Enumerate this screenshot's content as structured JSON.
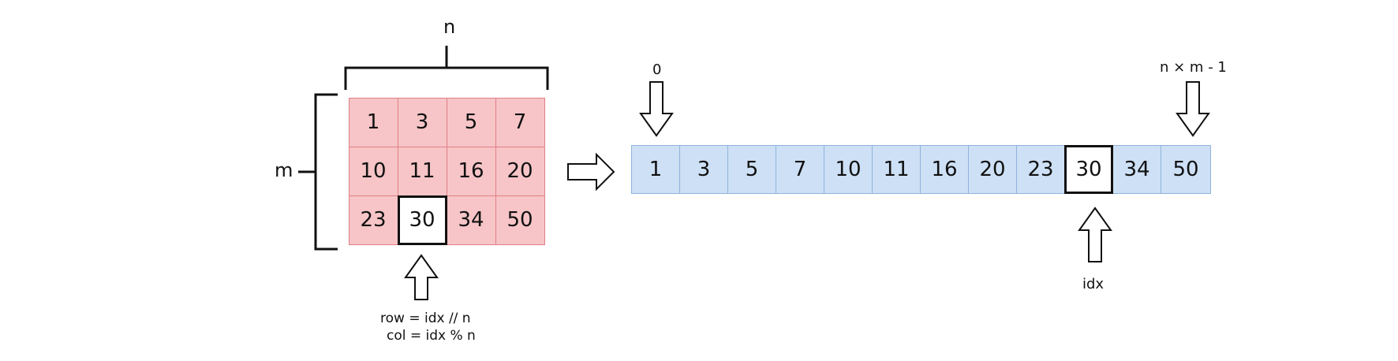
{
  "matrix": {
    "rows": [
      [
        "1",
        "3",
        "5",
        "7"
      ],
      [
        "10",
        "11",
        "16",
        "20"
      ],
      [
        "23",
        "30",
        "34",
        "50"
      ]
    ],
    "highlight": [
      2,
      1
    ]
  },
  "array": {
    "values": [
      "1",
      "3",
      "5",
      "7",
      "10",
      "11",
      "16",
      "20",
      "23",
      "30",
      "34",
      "50"
    ],
    "highlight": 9
  },
  "labels": {
    "n": "n",
    "m": "m",
    "start_index": "0",
    "end_index": "n × m - 1",
    "idx": "idx",
    "row_formula": "row = idx // n",
    "col_formula": "col = idx % n"
  },
  "colors": {
    "matrix_fill": "#f7c5c7",
    "matrix_border": "#e07f86",
    "array_fill": "#cde0f5",
    "array_border": "#8fb3dc",
    "highlight_border": "#111111"
  }
}
